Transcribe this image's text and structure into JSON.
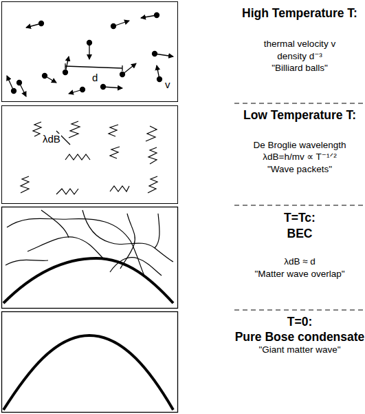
{
  "diagram": {
    "nodes": [
      {
        "text": [
          "d",
          "v"
        ]
      },
      {
        "text": [
          "λdB"
        ]
      }
    ],
    "labels": [
      "High Temperature T:",
      "thermal velocity v",
      "density d⁻³",
      "\"Billiard balls\"",
      "Low Temperature T:",
      "De Broglie wavelength",
      "λdB=h/mv ∝ T⁻¹ᐟ²",
      "\"Wave packets\"",
      "T=Tc:",
      "BEC",
      "λdB ≈ d",
      "\"Matter wave overlap\"",
      "T=0:",
      "Pure Bose condensate",
      "\"Giant matter wave\""
    ]
  }
}
